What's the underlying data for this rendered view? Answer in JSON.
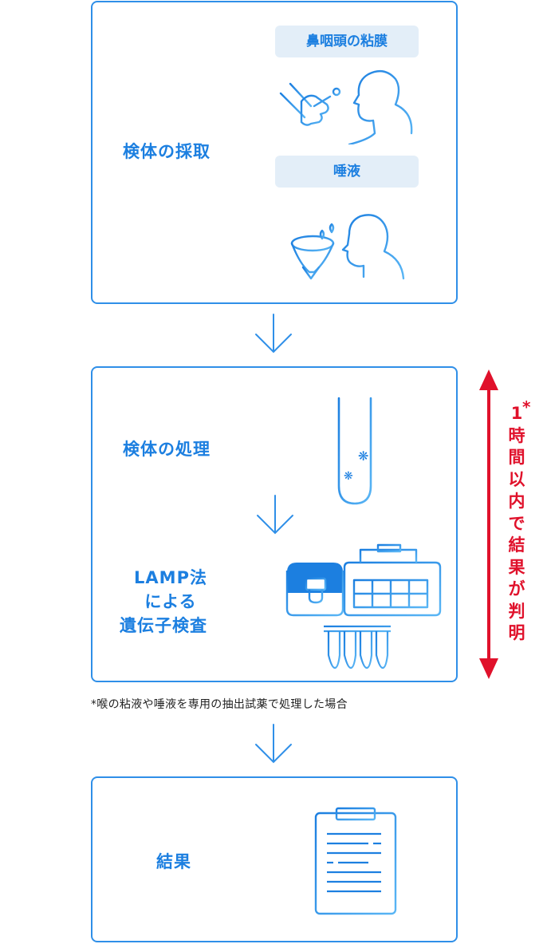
{
  "steps": {
    "collection": {
      "label": "検体の採取",
      "method1": "鼻咽頭の粘膜",
      "method2": "唾液"
    },
    "processing": {
      "label": "検体の処理"
    },
    "lamp": {
      "line1": "LAMP法",
      "line2": "による",
      "line3": "遺伝子検査"
    },
    "result": {
      "label": "結果"
    }
  },
  "note": "*喉の粘液や唾液を専用の抽出試薬で処理した場合",
  "timeline": {
    "label": "1時間以内で結果が判明",
    "footnote_mark": "*"
  },
  "colors": {
    "primary": "#1c7fe0",
    "border": "#2f8fe8",
    "pill_bg": "#e3eef8",
    "accent_red": "#e0112b"
  },
  "icons": [
    "swab-sampling-icon",
    "saliva-sampling-icon",
    "test-tube-icon",
    "lamp-device-icon",
    "pcr-tubes-icon",
    "clipboard-icon",
    "down-arrow-icon",
    "double-arrow-icon"
  ]
}
